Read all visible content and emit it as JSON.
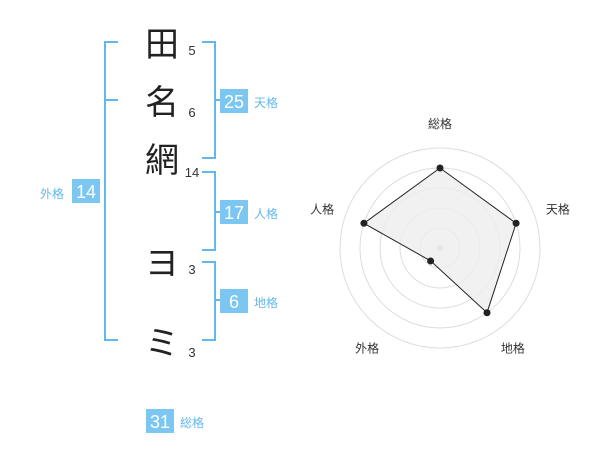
{
  "name_chars": [
    {
      "char": "田",
      "strokes": "5"
    },
    {
      "char": "名",
      "strokes": "6"
    },
    {
      "char": "網",
      "strokes": "14"
    },
    {
      "char": "ヨ",
      "strokes": "3"
    },
    {
      "char": "ミ",
      "strokes": "3"
    }
  ],
  "kaku": {
    "tenkaku": {
      "value": "25",
      "label": "天格"
    },
    "jinkaku": {
      "value": "17",
      "label": "人格"
    },
    "chikaku": {
      "value": "6",
      "label": "地格"
    },
    "gaikaku": {
      "value": "14",
      "label": "外格"
    },
    "soukaku": {
      "value": "31",
      "label": "総格"
    }
  },
  "colors": {
    "accent": "#63b7ec",
    "box_fill": "#7cc7f2",
    "radar_fill": "#eeeeee",
    "radar_line": "#222222",
    "ring": "#dddddd"
  },
  "chart_data": {
    "type": "radar",
    "axes": [
      "総格",
      "天格",
      "地格",
      "外格",
      "人格"
    ],
    "scale": [
      0,
      5
    ],
    "rings": 5,
    "values": [
      4,
      4,
      4,
      0.8,
      4
    ]
  }
}
